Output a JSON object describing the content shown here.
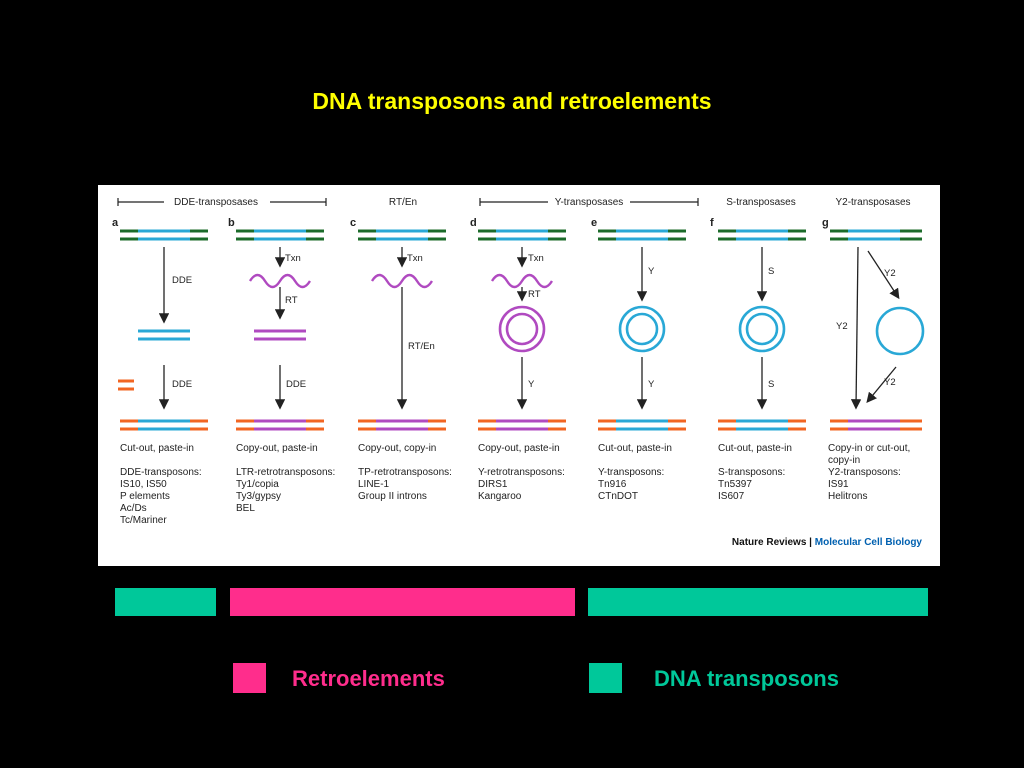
{
  "slide": {
    "title": "DNA transposons and retroelements"
  },
  "figure": {
    "source_plain": "Nature Reviews",
    "source_sep": " | ",
    "source_accent": "Molecular Cell Biology",
    "groups": [
      "DDE-transposases",
      "RT/En",
      "Y-transposases",
      "S-transposases",
      "Y2-transposases"
    ],
    "columns": [
      {
        "letter": "a",
        "mode": "Cut-out, paste-in",
        "family": "DDE-transposons:",
        "examples": [
          "IS10, IS50",
          "P elements",
          "Ac/Ds",
          "Tc/Mariner"
        ],
        "step1": "DDE",
        "step2": "DDE"
      },
      {
        "letter": "b",
        "mode": "Copy-out, paste-in",
        "family": "LTR-retrotransposons:",
        "examples": [
          "Ty1/copia",
          "Ty3/gypsy",
          "BEL"
        ],
        "txn": "Txn",
        "rt": "RT",
        "step2": "DDE"
      },
      {
        "letter": "c",
        "mode": "Copy-out, copy-in",
        "family": "TP-retrotransposons:",
        "examples": [
          "LINE-1",
          "Group II introns"
        ],
        "txn": "Txn",
        "step2": "RT/En"
      },
      {
        "letter": "d",
        "mode": "Copy-out, paste-in",
        "family": "Y-retrotransposons:",
        "examples": [
          "DIRS1",
          "Kangaroo"
        ],
        "txn": "Txn",
        "rt": "RT",
        "step2": "Y"
      },
      {
        "letter": "e",
        "mode": "Cut-out, paste-in",
        "family": "Y-transposons:",
        "examples": [
          "Tn916",
          "CTnDOT"
        ],
        "step1": "Y",
        "step2": "Y"
      },
      {
        "letter": "f",
        "mode": "Cut-out, paste-in",
        "family": "S-transposons:",
        "examples": [
          "Tn5397",
          "IS607"
        ],
        "step1": "S",
        "step2": "S"
      },
      {
        "letter": "g",
        "mode": "Copy-in or cut-out,",
        "mode2": "copy-in",
        "family": "Y2-transposons:",
        "examples": [
          "IS91",
          "Helitrons"
        ],
        "step_a": "Y2",
        "step_b": "Y2",
        "step_c": "Y2"
      }
    ]
  },
  "legend": {
    "retro_label": "Retroelements",
    "dna_label": "DNA transposons"
  },
  "colors": {
    "title": "#ffff00",
    "retro": "#ff2d8c",
    "dna": "#00c89a",
    "dna_blue": "#29a8d6",
    "rna_purple": "#b04ac0",
    "flank_green": "#1b6b2a",
    "flank_orange": "#f26522",
    "accent_blue": "#0060b0"
  }
}
